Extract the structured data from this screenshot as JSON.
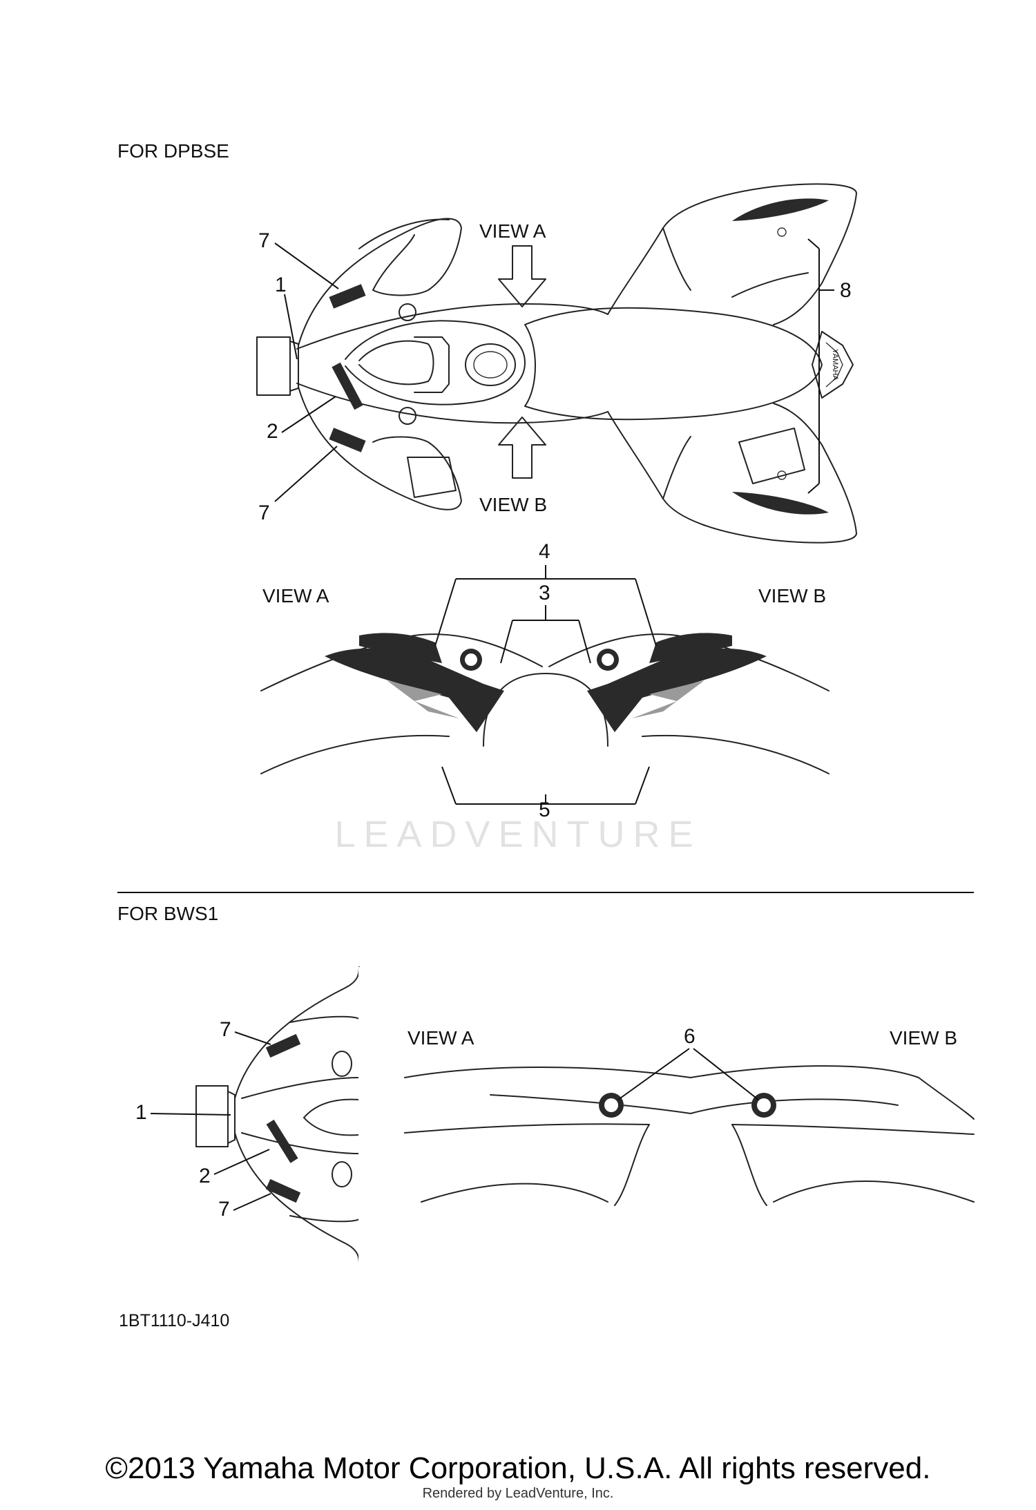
{
  "sections": {
    "top_title": "FOR  DPBSE",
    "bottom_title": "FOR BWS1"
  },
  "views": {
    "view_a": "VIEW A",
    "view_b": "VIEW B"
  },
  "callouts": [
    "1",
    "2",
    "3",
    "4",
    "5",
    "6",
    "7",
    "8"
  ],
  "decal_text": {
    "yamaha": "YAMAHA"
  },
  "diagram_code": "1BT1110-J410",
  "watermark": "LEADVENTURE",
  "footer": {
    "copyright": "©2013 Yamaha Motor Corporation, U.S.A. All rights reserved.",
    "rendered_by": "Rendered by LeadVenture, Inc."
  }
}
